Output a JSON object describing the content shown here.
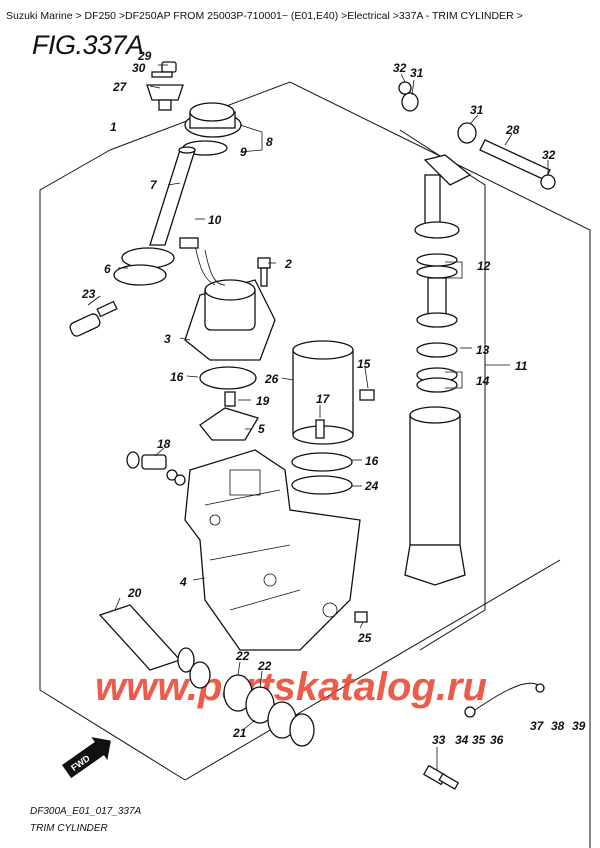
{
  "breadcrumb": "Suzuki Marine > DF250 >DF250AP FROM 25003P-710001~ (E01,E40) >Electrical >337A - TRIM CYLINDER >",
  "figure_title": "FIG.337A",
  "watermark": "www.partskatalog.ru",
  "fwd_label": "FWD",
  "footer_code": "DF300A_E01_017_337A",
  "footer_name": "TRIM CYLINDER",
  "callouts": [
    "1",
    "2",
    "3",
    "4",
    "5",
    "6",
    "7",
    "8",
    "9",
    "10",
    "11",
    "12",
    "13",
    "14",
    "15",
    "16",
    "16",
    "17",
    "18",
    "19",
    "20",
    "21",
    "22",
    "22",
    "23",
    "24",
    "25",
    "26",
    "27",
    "28",
    "29",
    "30",
    "31",
    "31",
    "32",
    "32",
    "33",
    "34",
    "35",
    "36",
    "37",
    "38",
    "39"
  ]
}
